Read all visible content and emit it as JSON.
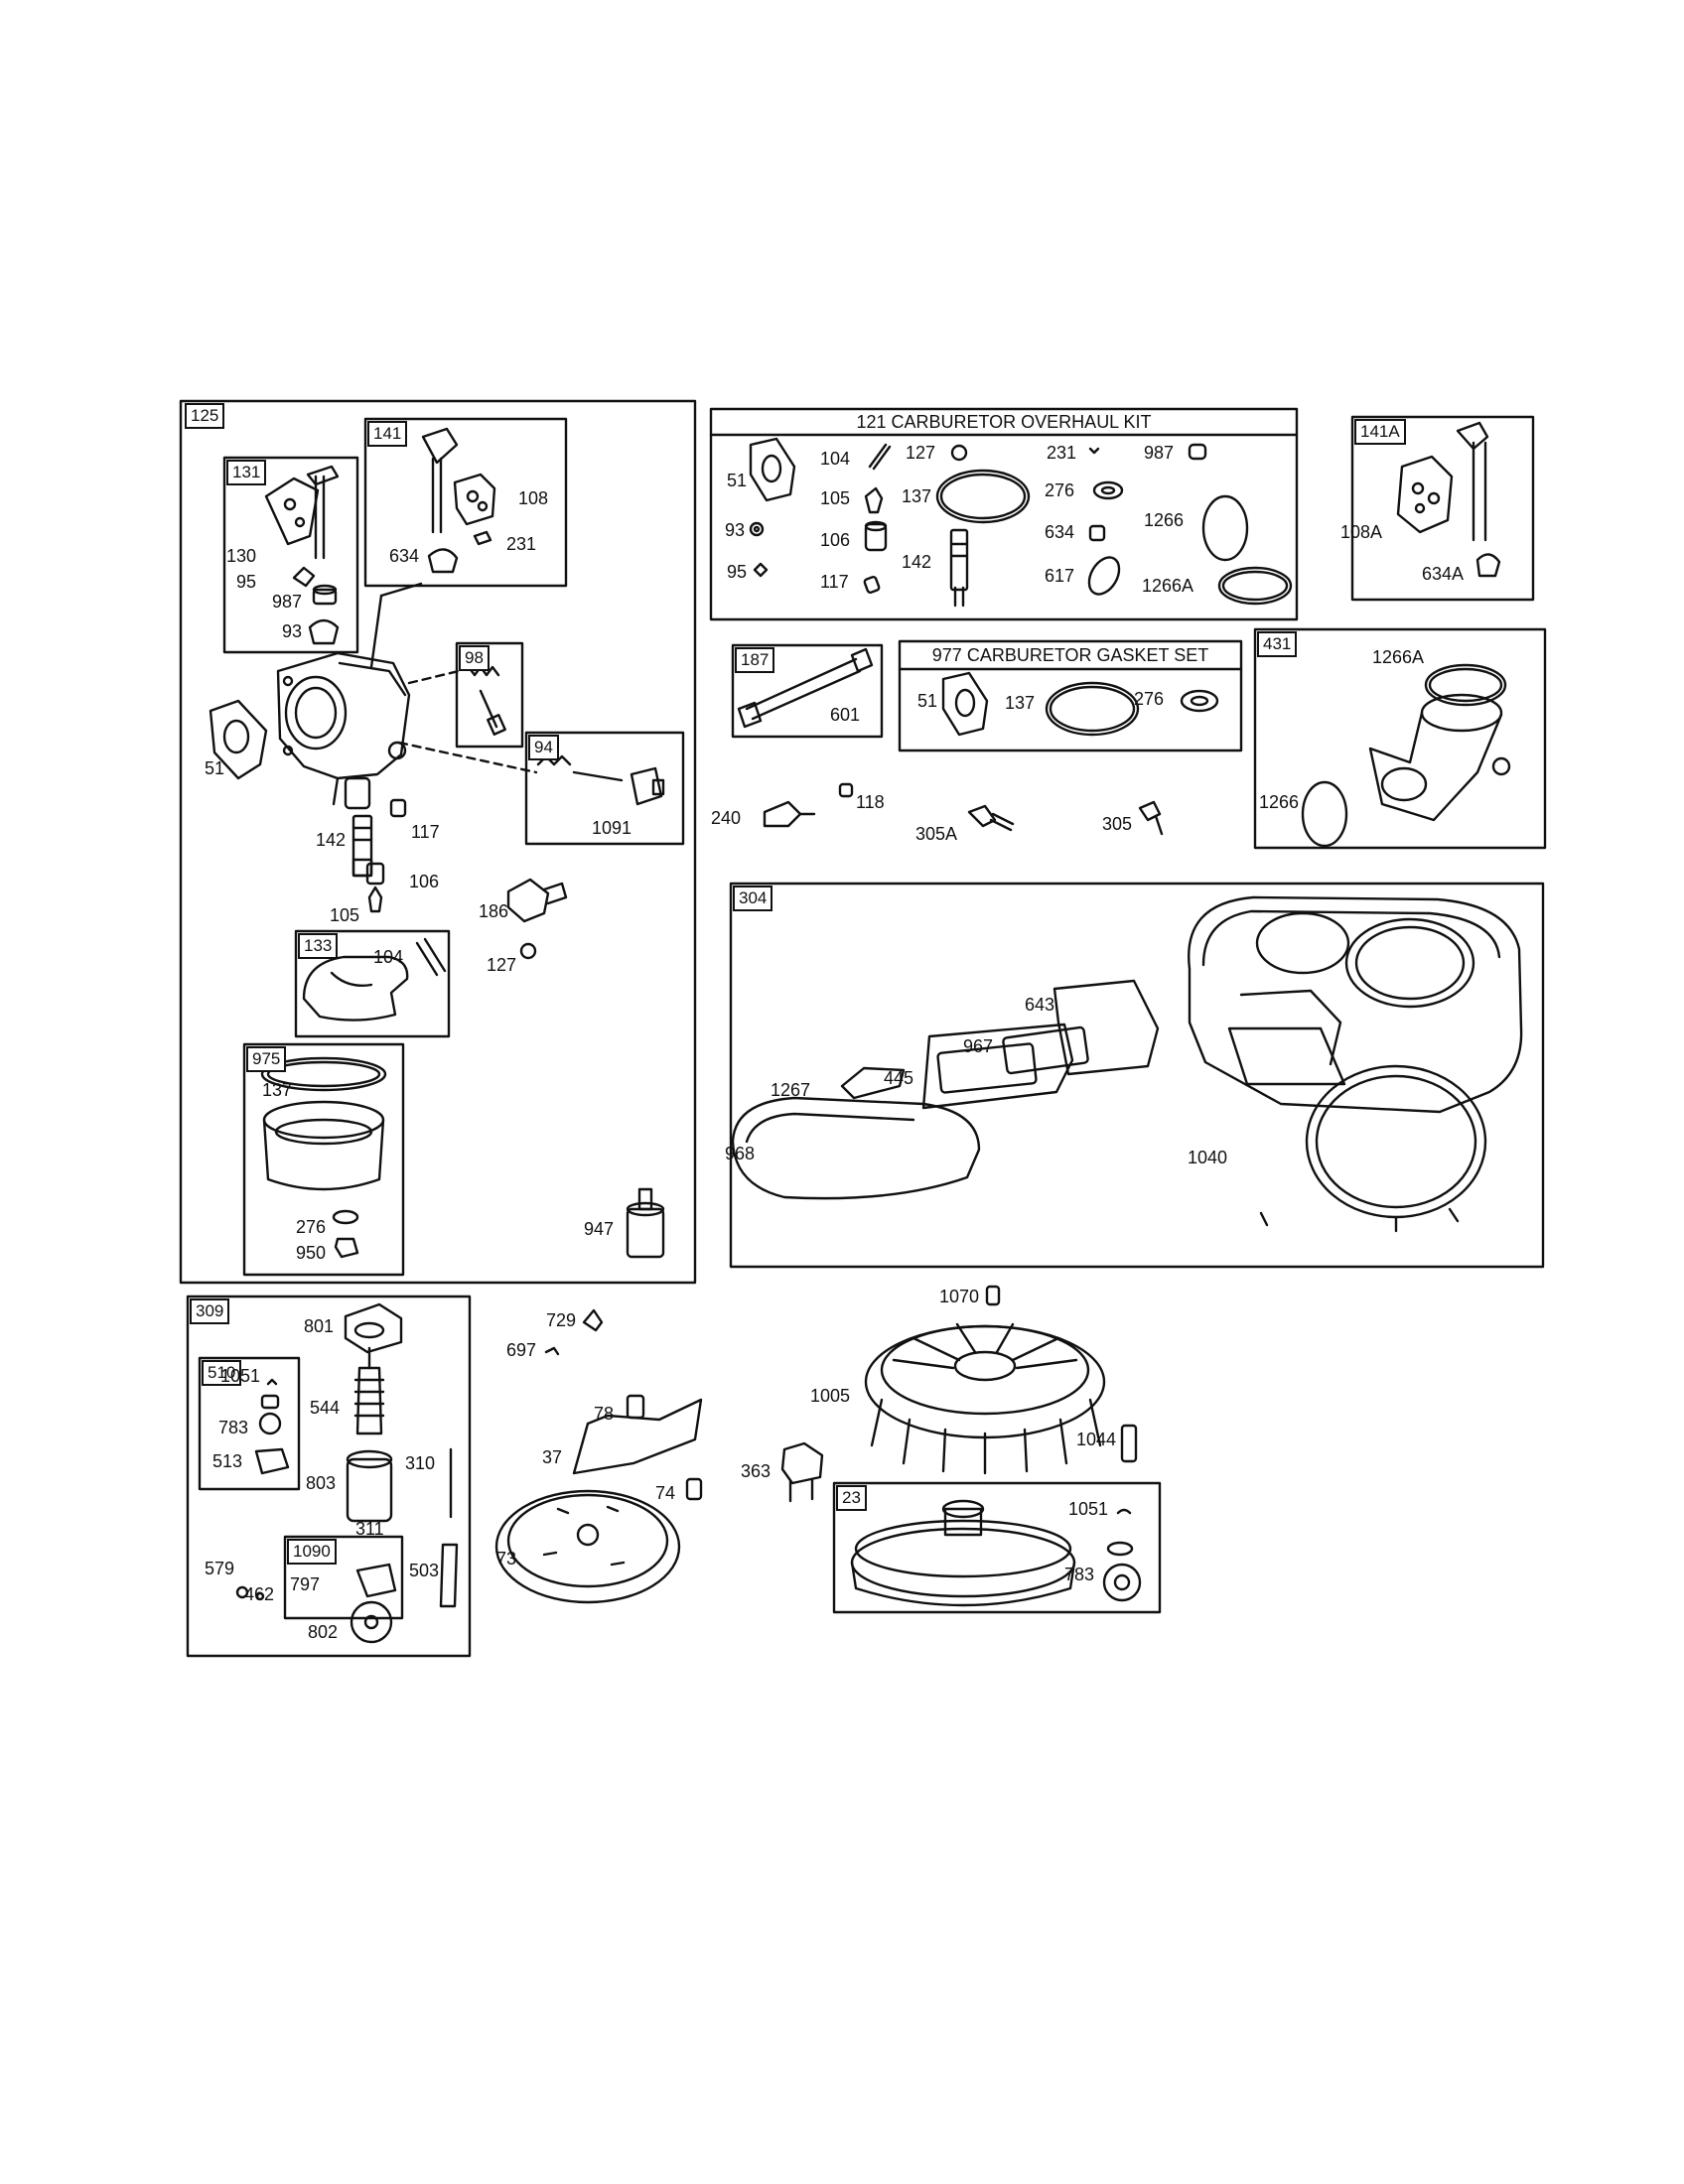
{
  "group_tags": {
    "g125": "125",
    "g141": "141",
    "g131": "131",
    "g98": "98",
    "g94": "94",
    "g133": "133",
    "g975": "975",
    "g141a": "141A",
    "g187": "187",
    "g431": "431",
    "g304": "304",
    "g309": "309",
    "g510": "510",
    "g1090": "1090",
    "g23": "23"
  },
  "kit_titles": {
    "overhaul": "121 CARBURETOR OVERHAUL KIT",
    "gasket": "977 CARBURETOR GASKET SET"
  },
  "callouts": {
    "c108": "108",
    "c231a": "231",
    "c634a": "634",
    "c130": "130",
    "c95a": "95",
    "c987a": "987",
    "c93a": "93",
    "c51a": "51",
    "c117a": "117",
    "c142a": "142",
    "c106a": "106",
    "c105a": "105",
    "c186": "186",
    "c1091": "1091",
    "c104a": "104",
    "c127a": "127",
    "c137a": "137",
    "c276a": "276",
    "c950": "950",
    "c947": "947",
    "k51": "51",
    "k93": "93",
    "k95": "95",
    "k104": "104",
    "k105": "105",
    "k106": "106",
    "k117": "117",
    "k127": "127",
    "k137": "137",
    "k142": "142",
    "k231": "231",
    "k276": "276",
    "k634": "634",
    "k617": "617",
    "k987": "987",
    "k1266": "1266",
    "k1266a": "1266A",
    "c108a": "108A",
    "c634aa": "634A",
    "c601": "601",
    "g51": "51",
    "g137": "137",
    "g276": "276",
    "c1266a": "1266A",
    "c1266": "1266",
    "c240": "240",
    "c118": "118",
    "c305a": "305A",
    "c305": "305",
    "c643": "643",
    "c967": "967",
    "c445": "445",
    "c1267": "1267",
    "c968": "968",
    "c1040": "1040",
    "c801": "801",
    "c1051a": "1051",
    "c544": "544",
    "c783a": "783",
    "c513": "513",
    "c803": "803",
    "c310": "310",
    "c311": "311",
    "c797": "797",
    "c579": "579",
    "c462": "462",
    "c503": "503",
    "c802": "802",
    "c729": "729",
    "c697": "697",
    "c78": "78",
    "c37": "37",
    "c74": "74",
    "c73": "73",
    "c1070": "1070",
    "c1005": "1005",
    "c1044": "1044",
    "c363": "363",
    "c1051b": "1051",
    "c783b": "783"
  }
}
